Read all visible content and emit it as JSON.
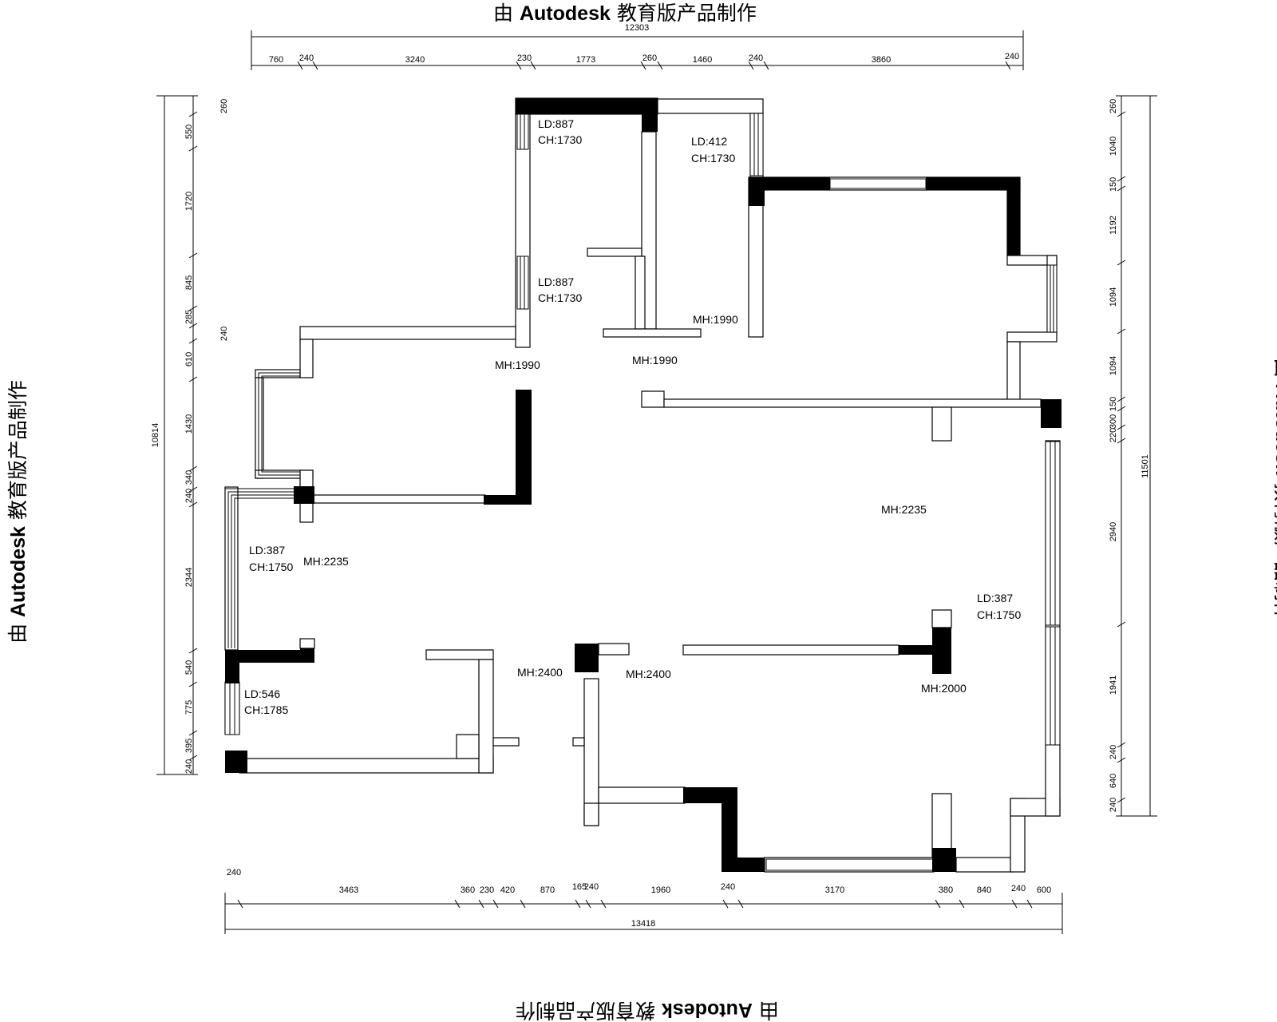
{
  "watermark": {
    "prefix": "由",
    "brand": "Autodesk",
    "suffix": "教育版产品制作"
  },
  "dimensions": {
    "top_total": "12303",
    "top_segments": [
      "760",
      "240",
      "3240",
      "230",
      "1773",
      "260",
      "1460",
      "240",
      "3860",
      "240"
    ],
    "bottom_total": "13418",
    "bottom_corner": "240",
    "bottom_segments": [
      "3463",
      "360",
      "230",
      "420",
      "870",
      "165",
      "240",
      "1960",
      "240",
      "3170",
      "380",
      "840",
      "240",
      "600"
    ],
    "left_total": "10814",
    "left_segments": [
      "260",
      "550",
      "1720",
      "845",
      "285",
      "240",
      "610",
      "1430",
      "340",
      "240",
      "2344",
      "540",
      "775",
      "395",
      "240"
    ],
    "right_total": "11501",
    "right_segments": [
      "260",
      "1040",
      "150",
      "1192",
      "1094",
      "1094",
      "150",
      "300",
      "220",
      "2940",
      "1941",
      "240",
      "640",
      "240"
    ]
  },
  "labels": {
    "ld887a": "LD:887",
    "ch1730a": "CH:1730",
    "ld412": "LD:412",
    "ch1730b": "CH:1730",
    "ld887b": "LD:887",
    "ch1730c": "CH:1730",
    "mh1990a": "MH:1990",
    "mh1990b": "MH:1990",
    "mh1990c": "MH:1990",
    "mh2235a": "MH:2235",
    "ld387a": "LD:387",
    "ch1750a": "CH:1750",
    "mh2235b": "MH:2235",
    "ld387b": "LD:387",
    "ch1750b": "CH:1750",
    "ld546": "LD:546",
    "ch1785": "CH:1785",
    "mh2400a": "MH:2400",
    "mh2400b": "MH:2400",
    "mh2000": "MH:2000"
  }
}
